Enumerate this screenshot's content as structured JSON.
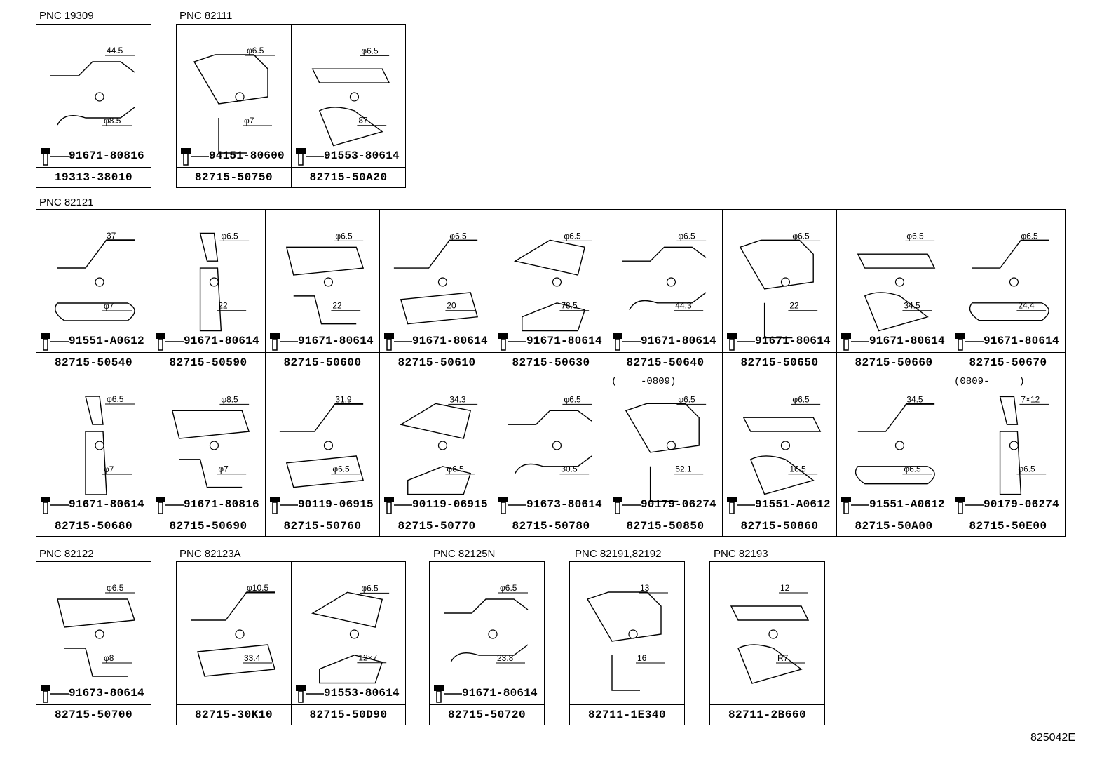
{
  "groups": [
    {
      "pnc": "PNC 19309",
      "cells": [
        {
          "bolt": "91671-80816",
          "part": "19313-38010",
          "dims": [
            "44.5",
            "φ8.5"
          ]
        }
      ]
    },
    {
      "pnc": "PNC 82111",
      "cells": [
        {
          "bolt": "94151-80600",
          "part": "82715-50750",
          "dims": [
            "φ6.5",
            "φ7"
          ]
        },
        {
          "bolt": "91553-80614",
          "part": "82715-50A20",
          "dims": [
            "φ6.5",
            "87"
          ]
        }
      ]
    },
    {
      "pnc": "PNC 82121",
      "cells": [
        {
          "bolt": "91551-A0612",
          "part": "82715-50540",
          "dims": [
            "37",
            "φ7"
          ]
        },
        {
          "bolt": "91671-80614",
          "part": "82715-50590",
          "dims": [
            "φ6.5",
            "22"
          ]
        },
        {
          "bolt": "91671-80614",
          "part": "82715-50600",
          "dims": [
            "φ6.5",
            "22"
          ]
        },
        {
          "bolt": "91671-80614",
          "part": "82715-50610",
          "dims": [
            "φ6.5",
            "20"
          ]
        },
        {
          "bolt": "91671-80614",
          "part": "82715-50630",
          "dims": [
            "φ6.5",
            "78.5"
          ]
        },
        {
          "bolt": "91671-80614",
          "part": "82715-50640",
          "dims": [
            "φ6.5",
            "44.3"
          ]
        },
        {
          "bolt": "91671-80614",
          "part": "82715-50650",
          "dims": [
            "φ6.5",
            "22"
          ]
        },
        {
          "bolt": "91671-80614",
          "part": "82715-50660",
          "dims": [
            "φ6.5",
            "34.5"
          ]
        },
        {
          "bolt": "91671-80614",
          "part": "82715-50670",
          "dims": [
            "φ6.5",
            "24.4"
          ]
        },
        {
          "bolt": "91671-80614",
          "part": "82715-50680",
          "dims": [
            "φ6.5",
            "φ7"
          ]
        },
        {
          "bolt": "91671-80816",
          "part": "82715-50690",
          "dims": [
            "φ8.5",
            "φ7"
          ]
        },
        {
          "bolt": "90119-06915",
          "part": "82715-50760",
          "dims": [
            "31.9",
            "φ6.5"
          ]
        },
        {
          "bolt": "90119-06915",
          "part": "82715-50770",
          "dims": [
            "34.3",
            "φ6.5"
          ]
        },
        {
          "bolt": "91673-80614",
          "part": "82715-50780",
          "dims": [
            "φ6.5",
            "30.5"
          ]
        },
        {
          "bolt": "90179-06274",
          "part": "82715-50850",
          "dims": [
            "φ6.5",
            "52.1"
          ],
          "note": "(    -0809)"
        },
        {
          "bolt": "91551-A0612",
          "part": "82715-50860",
          "dims": [
            "φ6.5",
            "16.5"
          ]
        },
        {
          "bolt": "91551-A0612",
          "part": "82715-50A00",
          "dims": [
            "34.5",
            "φ6.5"
          ]
        },
        {
          "bolt": "90179-06274",
          "part": "82715-50E00",
          "dims": [
            "7×12",
            "φ6.5"
          ],
          "note": "(0809-     )"
        }
      ]
    },
    {
      "pnc": "PNC 82122",
      "cells": [
        {
          "bolt": "91673-80614",
          "part": "82715-50700",
          "dims": [
            "φ6.5",
            "φ8"
          ]
        }
      ]
    },
    {
      "pnc": "PNC 82123A",
      "cells": [
        {
          "bolt": "",
          "part": "82715-30K10",
          "dims": [
            "φ10.5",
            "33.4"
          ]
        },
        {
          "bolt": "91553-80614",
          "part": "82715-50D90",
          "dims": [
            "φ6.5",
            "12×7"
          ]
        }
      ]
    },
    {
      "pnc": "PNC 82125N",
      "cells": [
        {
          "bolt": "91671-80614",
          "part": "82715-50720",
          "dims": [
            "φ6.5",
            "23.8"
          ]
        }
      ]
    },
    {
      "pnc": "PNC 82191,82192",
      "cells": [
        {
          "bolt": "",
          "part": "82711-1E340",
          "dims": [
            "13",
            "16"
          ]
        }
      ]
    },
    {
      "pnc": "PNC 82193",
      "cells": [
        {
          "bolt": "",
          "part": "82711-2B660",
          "dims": [
            "12",
            "R7"
          ]
        }
      ]
    }
  ],
  "diagram_ref": "825042E"
}
